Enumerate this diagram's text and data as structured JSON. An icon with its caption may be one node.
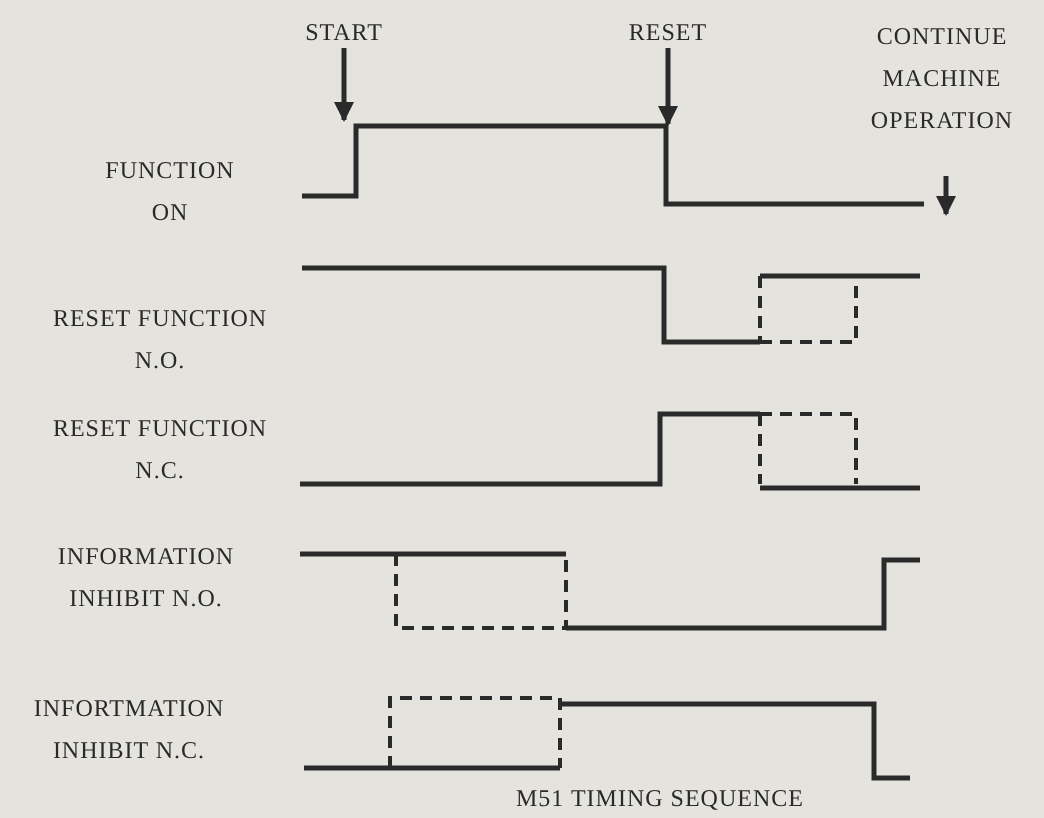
{
  "diagram": {
    "caption": "M51 TIMING SEQUENCE",
    "labels": [
      "START",
      "RESET",
      "CONTINUE MACHINE OPERATION",
      "FUNCTION ON",
      "RESET FUNCTION N.O.",
      "RESET FUNCTION N.C.",
      "INFORMATION INHIBIT N.O.",
      "INFORTMATION INHIBIT N.C."
    ]
  }
}
